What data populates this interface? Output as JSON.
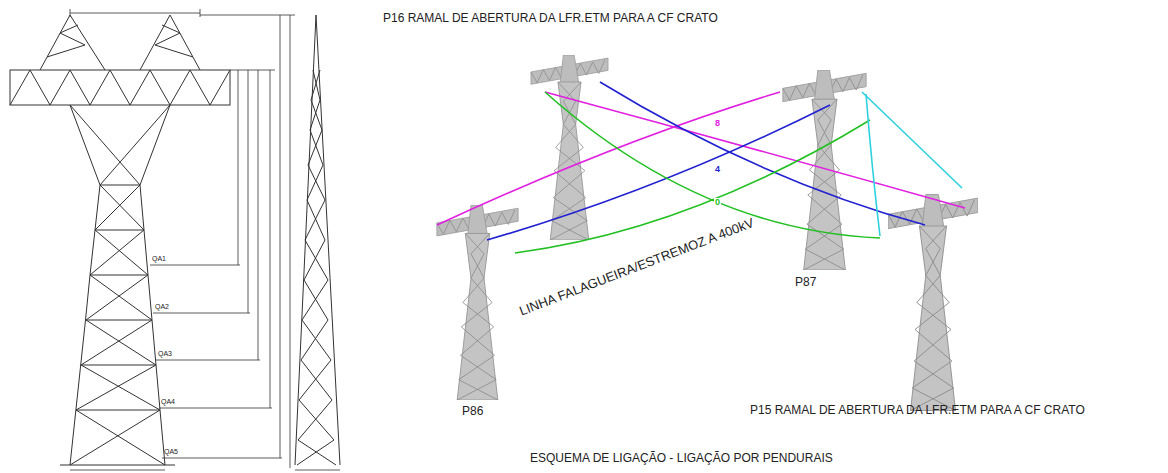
{
  "diagram": {
    "caption": "ESQUEMA DE LIGAÇÃO - LIGAÇÃO POR PENDURAIS",
    "labels": [
      "P16 RAMAL DE ABERTURA DA LFR.ETM PARA A CF CRATO",
      "8",
      "4",
      "0",
      "LINHA FALAGUEIRA/ESTREMOZ A 400kV",
      "P87",
      "P86",
      "P15 RAMAL DE ABERTURA DA LFR.ETM PARA A CF CRATO",
      "QA1",
      "QA2",
      "QA3",
      "QA4",
      "QA5"
    ]
  }
}
